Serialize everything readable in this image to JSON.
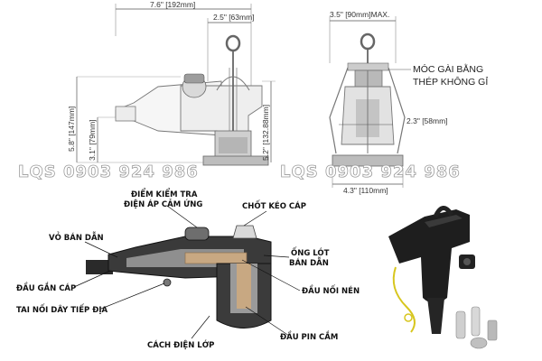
{
  "front_view": {
    "dim_width": "7.6\" [192mm]",
    "dim_top_offset": "2.5\" [63mm]",
    "dim_total_height": "5.8\" [147mm]",
    "dim_lower_height": "3.1\" [79mm]",
    "dim_right_height": "5.2\" [132.88mm]"
  },
  "side_view": {
    "dim_width_max": "3.5\" [90mm]MAX.",
    "dim_inner": "2.3\" [58mm]",
    "dim_base": "4.3\" [110mm]",
    "note_line1": "MÓC GÀI BẰNG",
    "note_line2": "THÉP KHÔNG GỈ"
  },
  "watermark": {
    "left": "LQS   0903 924 986",
    "right": "LQS   0903 924 986"
  },
  "cutaway_labels": {
    "test_point_line1": "ĐIỂM KIỂM TRA",
    "test_point_line2": "ĐIỆN ÁP CẢM ỨNG",
    "pulling_eye": "CHỐT KÉO CÁP",
    "semicon_shell": "VỎ BÁN DẪN",
    "insert_line1": "ỐNG LÓT",
    "insert_line2": "BÁN DẪN",
    "cable_end": "ĐẦU GẮN CÁP",
    "compression_connector": "ĐẦU NỐI NÉN",
    "ground_tab": "TAI NỐI DÂY TIẾP ĐỊA",
    "pin_contact": "ĐẦU PIN CẮM",
    "insulation": "CÁCH ĐIỆN LỚP"
  },
  "colors": {
    "drawing_gray": "#8a8a8a",
    "rubber_black": "#1c1c1c",
    "connector_tan": "#c8a882",
    "ground_wire_yellow": "#d7c61e"
  }
}
